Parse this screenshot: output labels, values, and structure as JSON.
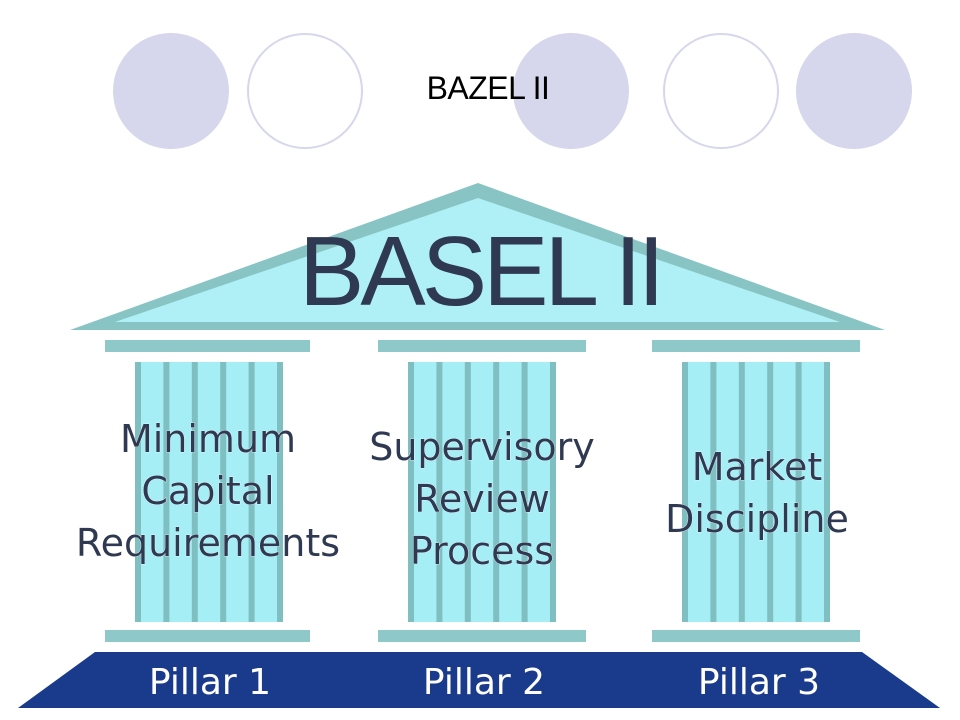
{
  "slide": {
    "title": "BAZEL II"
  },
  "decorative_circles": [
    "filled",
    "outline",
    "filled",
    "outline",
    "filled"
  ],
  "diagram": {
    "roof_title": "BASEL II",
    "pillars": [
      {
        "lines": [
          "Minimum",
          "Capital",
          "Requirements"
        ],
        "base_label": "Pillar 1"
      },
      {
        "lines": [
          "Supervisory",
          "Review",
          "Process"
        ],
        "base_label": "Pillar 2"
      },
      {
        "lines": [
          "Market",
          "Discipline"
        ],
        "base_label": "Pillar 3"
      }
    ],
    "colors": {
      "roof_fill": "#aef0f5",
      "roof_border": "#88c4c4",
      "stripe_light": "#a6eef5",
      "stripe_dark": "#7fbfc2",
      "cap": "#8ec8c8",
      "text": "#2f3a52",
      "base": "#1a3a8c",
      "base_text": "#ffffff",
      "circle_fill": "#d6d6ec"
    }
  }
}
